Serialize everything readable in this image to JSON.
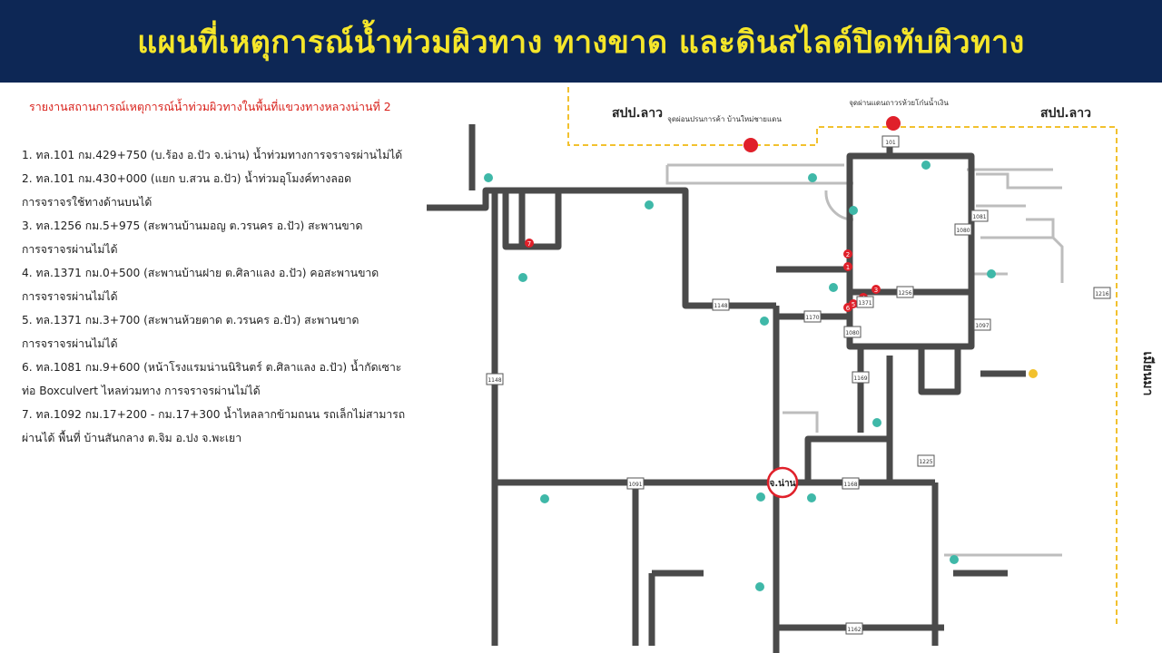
{
  "header": {
    "title": "แผนที่เหตุการณ์น้ำท่วมผิวทาง ทางขาด และดินสไลด์ปิดทับผิวทาง"
  },
  "report": {
    "title": "รายงานสถานการณ์เหตุการณ์น้ำท่วมผิวทางในพื้นที่แขวงทางหลวงน่านที่ 2",
    "items": [
      "1. ทล.101 กม.429+750 (บ.ร้อง อ.ปัว จ.น่าน) น้ำท่วมทางการจราจรผ่านไม่ได้",
      "2. ทล.101 กม.430+000 (แยก บ.สวน อ.ปัว) น้ำท่วมอุโมงค์ทางลอด",
      "การจราจรใช้ทางด้านบนได้",
      "3. ทล.1256 กม.5+975 (สะพานบ้านมอญ ต.วรนคร อ.ปัว) สะพานขาด",
      "การจราจรผ่านไม่ได้",
      "4. ทล.1371 กม.0+500 (สะพานบ้านฝาย ต.ศิลาแลง อ.ปัว) คอสะพานขาด",
      "การจราจรผ่านไม่ได้",
      "5. ทล.1371 กม.3+700 (สะพานห้วยตาด ต.วรนคร อ.ปัว) สะพานขาด",
      "การจราจรผ่านไม่ได้",
      "6. ทล.1081 กม.9+600 (หน้าโรงแรมน่านนิรินตร์ ต.ศิลาแลง อ.ปัว) น้ำกัดเซาะ",
      "ท่อ Boxculvert ไหลท่วมทาง การจราจรผ่านไม่ได้",
      "7. ทล.1092 กม.17+200 - กม.17+300 น้ำไหลลากข้ามถนน รถเล็กไม่สามารถ",
      "ผ่านได้ พื้นที่ บ้านสันกลาง ต.จิม อ.ปง จ.พะเยา"
    ]
  },
  "map": {
    "country_left": "สปป.ลาว",
    "country_right": "สปป.ลาว",
    "side_label": "เมียนมา",
    "border_point_left": "จุดผ่อนปรนการค้า บ้านใหม่ชายแดน",
    "border_point_right": "จุดผ่านแดนถาวรห้วยโก๋นน้ำเงิน",
    "city": "จ.น่าน",
    "road_numbers": [
      "101",
      "1080",
      "1081",
      "1097",
      "1169",
      "1148",
      "1170",
      "1256",
      "1371",
      "1080",
      "1091",
      "1148",
      "1225",
      "1168",
      "1162",
      "1216"
    ],
    "incident_numbers": [
      "1",
      "2",
      "3",
      "4",
      "5",
      "6",
      "7"
    ],
    "colors": {
      "header_bg": "#0d2755",
      "title": "#f5e62a",
      "road": "#4a4a4a",
      "incident": "#e0202a",
      "border": "#f2c12e",
      "place": "#3fb8a8"
    }
  }
}
